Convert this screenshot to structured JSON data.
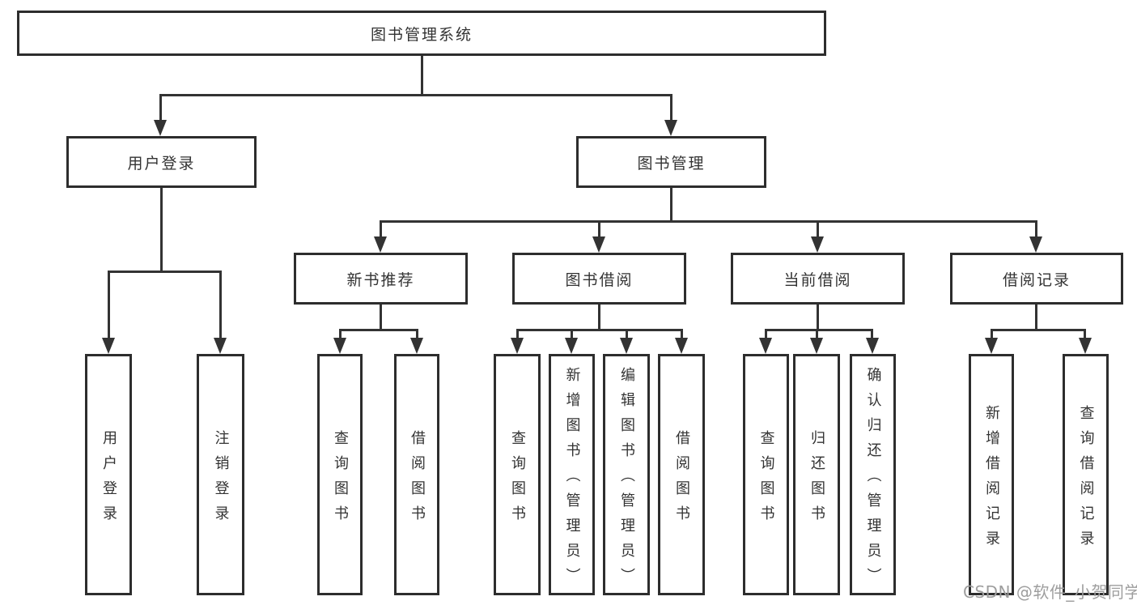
{
  "diagram": {
    "root": {
      "label": "图书管理系统"
    },
    "branches": {
      "user_login": {
        "label": "用户登录"
      },
      "book_mgmt": {
        "label": "图书管理"
      }
    },
    "modules": {
      "new_book": {
        "label": "新书推荐"
      },
      "book_borrow": {
        "label": "图书借阅"
      },
      "current_borrow": {
        "label": "当前借阅"
      },
      "borrow_records": {
        "label": "借阅记录"
      }
    },
    "leaves": {
      "user_login": {
        "label": "用户登录"
      },
      "logout": {
        "label": "注销登录"
      },
      "nb_query": {
        "label": "查询图书"
      },
      "nb_borrow": {
        "label": "借阅图书"
      },
      "bb_query": {
        "label": "查询图书"
      },
      "bb_add": {
        "label": "新增图书（管理员）"
      },
      "bb_edit": {
        "label": "编辑图书（管理员）"
      },
      "bb_borrow": {
        "label": "借阅图书"
      },
      "cb_query": {
        "label": "查询图书"
      },
      "cb_return": {
        "label": "归还图书"
      },
      "cb_confirm": {
        "label": "确认归还（管理员）"
      },
      "br_add": {
        "label": "新增借阅记录"
      },
      "br_query": {
        "label": "查询借阅记录"
      }
    }
  },
  "watermark": {
    "text": "CSDN @软件_小贺同学"
  },
  "colors": {
    "line": "#333333",
    "border": "#2d2d2d",
    "text": "#333333",
    "background": "#ffffff",
    "watermark": "#9e9e9e"
  }
}
